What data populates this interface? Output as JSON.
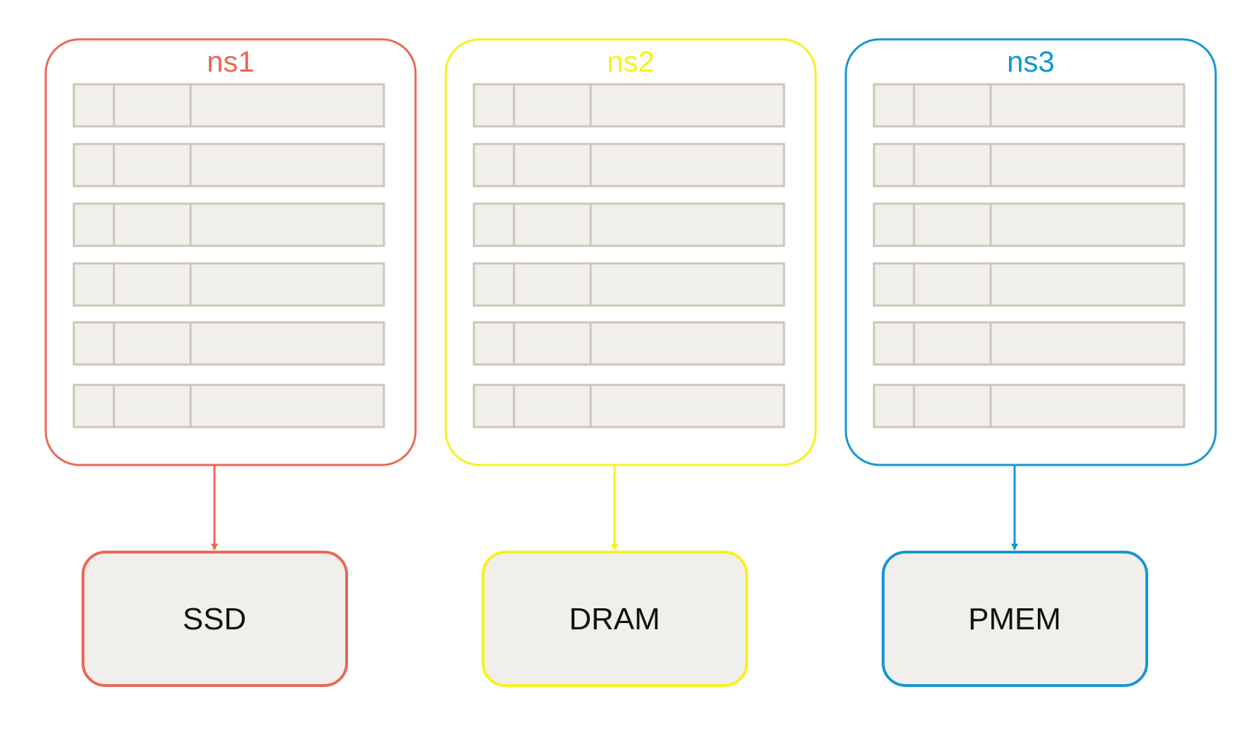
{
  "namespaces": [
    {
      "label": "ns1",
      "color": "#EC6755",
      "rows": 6,
      "device": {
        "label": "SSD"
      }
    },
    {
      "label": "ns2",
      "color": "#F5F21C",
      "rows": 6,
      "device": {
        "label": "DRAM"
      }
    },
    {
      "label": "ns3",
      "color": "#1496D2",
      "rows": 6,
      "device": {
        "label": "PMEM"
      }
    }
  ],
  "colors": {
    "row_fill": "#F1EFEB",
    "row_stroke": "#CDC6B8",
    "device_fill": "#F1EFEB",
    "device_text": "#111111"
  }
}
